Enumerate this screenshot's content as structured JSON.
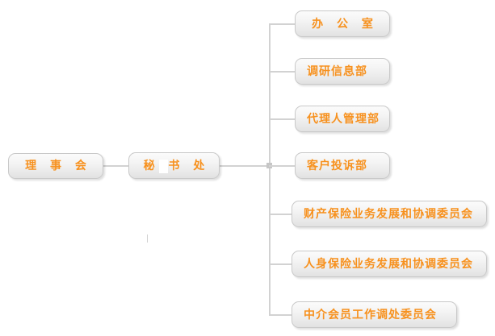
{
  "diagram": {
    "type": "organization-chart",
    "accent_color": "#f7911e",
    "line_color": "#d2d2d2",
    "box_border_color": "#c9c9c9",
    "background_color": "#ffffff",
    "root": {
      "label": "理 事 会"
    },
    "secretariat": {
      "label": "秘 书 处"
    },
    "departments": [
      {
        "label": "办 公 室"
      },
      {
        "label": "调研信息部"
      },
      {
        "label": "代理人管理部"
      },
      {
        "label": "客户投诉部"
      },
      {
        "label": "财产保险业务发展和协调委员会"
      },
      {
        "label": "人身保险业务发展和协调委员会"
      },
      {
        "label": "中介会员工作调处委员会"
      }
    ]
  }
}
